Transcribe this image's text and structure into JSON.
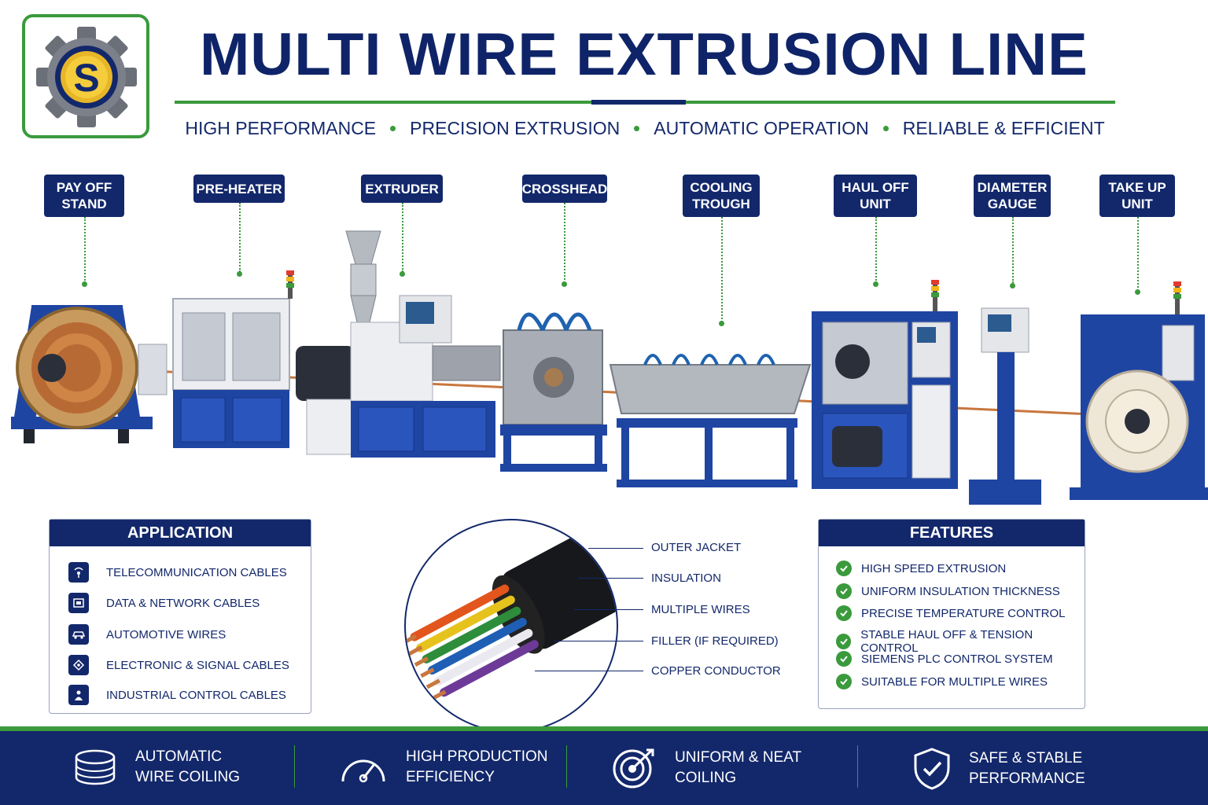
{
  "header": {
    "title": "MULTI WIRE EXTRUSION LINE",
    "logo_letter": "S",
    "taglines": [
      "HIGH PERFORMANCE",
      "PRECISION EXTRUSION",
      "AUTOMATIC OPERATION",
      "RELIABLE & EFFICIENT"
    ]
  },
  "stages": [
    {
      "line1": "PAY OFF",
      "line2": "STAND"
    },
    {
      "line1": "PRE-HEATER",
      "line2": ""
    },
    {
      "line1": "EXTRUDER",
      "line2": ""
    },
    {
      "line1": "CROSSHEAD",
      "line2": ""
    },
    {
      "line1": "COOLING",
      "line2": "TROUGH"
    },
    {
      "line1": "HAUL OFF",
      "line2": "UNIT"
    },
    {
      "line1": "DIAMETER",
      "line2": "GAUGE"
    },
    {
      "line1": "TAKE UP",
      "line2": "UNIT"
    }
  ],
  "application": {
    "title": "APPLICATION",
    "items": [
      {
        "label": "TELECOMMUNICATION CABLES",
        "icon": "antenna-icon"
      },
      {
        "label": "DATA & NETWORK CABLES",
        "icon": "network-port-icon"
      },
      {
        "label": "AUTOMOTIVE WIRES",
        "icon": "car-icon"
      },
      {
        "label": "ELECTRONIC & SIGNAL CABLES",
        "icon": "circuit-icon"
      },
      {
        "label": "INDUSTRIAL CONTROL CABLES",
        "icon": "worker-icon"
      }
    ]
  },
  "cable": {
    "layers": [
      "OUTER JACKET",
      "INSULATION",
      "MULTIPLE WIRES",
      "FILLER (IF REQUIRED)",
      "COPPER CONDUCTOR"
    ]
  },
  "features": {
    "title": "FEATURES",
    "items": [
      "HIGH SPEED EXTRUSION",
      "UNIFORM INSULATION THICKNESS",
      "PRECISE TEMPERATURE CONTROL",
      "STABLE HAUL OFF & TENSION CONTROL",
      "SIEMENS PLC CONTROL SYSTEM",
      "SUITABLE FOR MULTIPLE WIRES"
    ]
  },
  "footer": {
    "items": [
      {
        "line1": "AUTOMATIC",
        "line2": "WIRE COILING",
        "icon": "coil-icon"
      },
      {
        "line1": "HIGH PRODUCTION",
        "line2": "EFFICIENCY",
        "icon": "speedometer-icon"
      },
      {
        "line1": "UNIFORM & NEAT",
        "line2": "COILING",
        "icon": "target-icon"
      },
      {
        "line1": "SAFE & STABLE",
        "line2": "PERFORMANCE",
        "icon": "shield-check-icon"
      }
    ]
  },
  "colors": {
    "navy": "#13286b",
    "green": "#3a9a3c",
    "machine_blue": "#1f45a3",
    "copper": "#c8773d"
  }
}
